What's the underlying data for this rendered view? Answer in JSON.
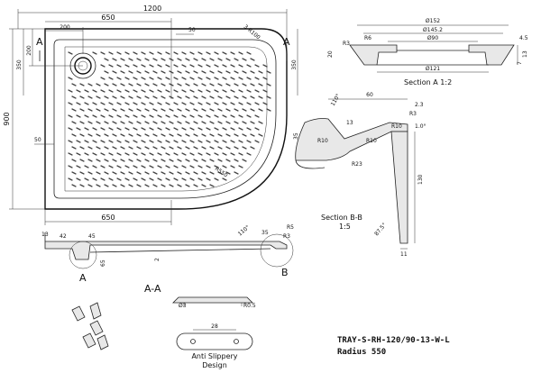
{
  "plan": {
    "dim_width": "1200",
    "dim_depth": "900",
    "dim_650_top": "650",
    "dim_200": "200",
    "dim_50_top": "50",
    "dim_radius_top": "3-R100",
    "dim_350_left": "350",
    "dim_200_left": "200",
    "dim_350_right": "350",
    "dim_50_left": "50",
    "dim_650_bottom": "650",
    "dim_r550": "R550",
    "section_a_left": "A",
    "section_a_right": "A"
  },
  "waste_section": {
    "title": "Section A 1:2",
    "d152": "Ø152",
    "d145": "Ø145.2",
    "d90": "Ø90",
    "d121": "Ø121",
    "r6": "R6",
    "r3": "R3",
    "h45": "4.5",
    "h20": "20",
    "h7": "7",
    "h13": "13"
  },
  "rim_section": {
    "title": "Section B-B",
    "scale": "1:5",
    "dim_60": "60",
    "dim_23": "2.3",
    "r3": "R3",
    "dim_110": "110°",
    "dim_13": "13",
    "r10a": "R10",
    "r10b": "R10",
    "r10c": "R10",
    "dim_10deg": "1.0°",
    "dim_35": "35",
    "r23": "R23",
    "dim_130": "130",
    "angle_875": "87.5°",
    "dim_11": "11"
  },
  "side_section": {
    "title": "A-A",
    "marker_a": "A",
    "marker_b": "B",
    "dim_13": "13",
    "dim_42": "42",
    "dim_45": "45",
    "dim_65": "65",
    "dim_2": "2",
    "dim_110": "110°",
    "dim_35": "35",
    "r5": "R5",
    "r3": "R3"
  },
  "slip_detail": {
    "d3": "Ø3",
    "r05": "R0.5",
    "dim_28": "28",
    "caption_line1": "Anti Slippery",
    "caption_line2": "Design"
  },
  "product": {
    "code": "TRAY-S-RH-120/90-13-W-L",
    "radius": "Radius 550"
  }
}
